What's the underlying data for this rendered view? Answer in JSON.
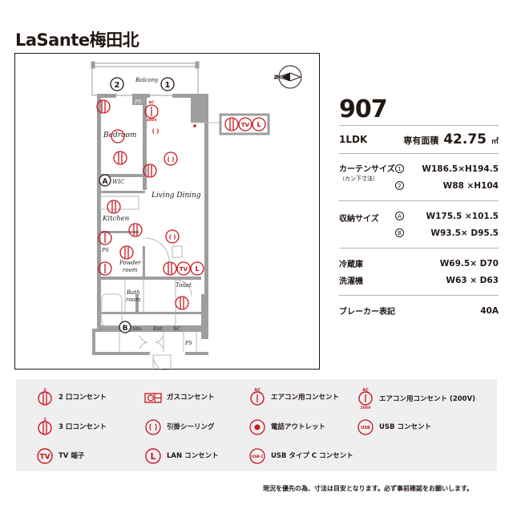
{
  "title": "LaSante梅田北",
  "plan": {
    "rooms": {
      "balcony": "Balcony",
      "bedroom": "Bedroom",
      "wic": "WIC",
      "living_dining": "Living Dining",
      "kitchen": "Kitchen",
      "powder_room_1": "Powder",
      "powder_room_2": "room",
      "bath_1": "Bath",
      "bath_2": "room",
      "toilet": "Toilet",
      "sto": "Sto.",
      "ent": "Ent.",
      "sc": "SC",
      "ps": "PS"
    },
    "markers": {
      "curtain_1": "1",
      "curtain_2": "2",
      "storage_a": "A",
      "storage_b": "B"
    },
    "compass_label": "N"
  },
  "info": {
    "unit_number": "907",
    "layout_type": "1LDK",
    "area_label": "専有面積",
    "area_value": "42.75",
    "area_unit": "㎡",
    "curtain": {
      "label": "カーテンサイズ",
      "sublabel": "（カン下寸法）",
      "items": [
        {
          "marker": "1",
          "value": "W186.5×H194.5"
        },
        {
          "marker": "2",
          "value": "W88 ×H104"
        }
      ]
    },
    "storage": {
      "label": "収納サイズ",
      "items": [
        {
          "marker": "A",
          "value": "W175.5 ×101.5"
        },
        {
          "marker": "B",
          "value": "W93.5× D95.5"
        }
      ]
    },
    "fridge": {
      "label": "冷蔵庫",
      "value": "W69.5× D70"
    },
    "washer": {
      "label": "洗濯機",
      "value": "W63 × D63"
    },
    "breaker": {
      "label": "ブレーカー表記",
      "value": "40A"
    }
  },
  "legend": {
    "items": [
      {
        "icon": "outlet-2-icon",
        "label": "2 口コンセント"
      },
      {
        "icon": "gas-outlet-icon",
        "label": "ガスコンセント"
      },
      {
        "icon": "ac-outlet-icon",
        "label": "エアコン用コンセント"
      },
      {
        "icon": "ac-outlet-200v-icon",
        "label": "エアコン用コンセント (200V)"
      },
      {
        "icon": "outlet-3-icon",
        "label": "3 口コンセント"
      },
      {
        "icon": "ceiling-hook-icon",
        "label": "引掛シーリング"
      },
      {
        "icon": "phone-outlet-icon",
        "label": "電話アウトレット"
      },
      {
        "icon": "usb-outlet-icon",
        "label": "USB コンセント"
      },
      {
        "icon": "tv-outlet-icon",
        "label": "TV 端子"
      },
      {
        "icon": "lan-outlet-icon",
        "label": "LAN コンセント"
      },
      {
        "icon": "usb-c-outlet-icon",
        "label": "USB タイプ C コンセント"
      }
    ],
    "icon_text": {
      "two": "2",
      "three": "3",
      "ac": "AC",
      "v200": "200V",
      "tv": "TV",
      "lan": "L",
      "usb": "USB",
      "usbc": "USB-C"
    }
  },
  "note": "現況を優先の為、寸法は目安となります。必ず事前確認をお願いします。",
  "colors": {
    "accent_red": "#c8161d",
    "wall_gray": "#9e9e9f",
    "legend_bg": "#efeff0",
    "text": "#231815"
  }
}
